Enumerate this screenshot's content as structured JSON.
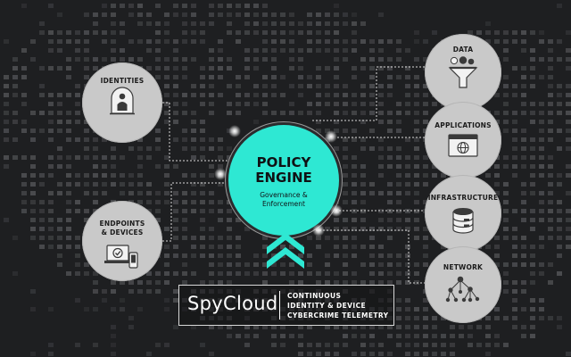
{
  "engine": {
    "title": [
      "POLICY",
      "ENGINE"
    ],
    "subtitle": [
      "Governance &",
      "Enforcement"
    ]
  },
  "nodes": {
    "identities": {
      "label": [
        "IDENTITIES"
      ],
      "icon": "person-in-dome-icon"
    },
    "endpoints": {
      "label": [
        "ENDPOINTS",
        "& DEVICES"
      ],
      "icon": "laptop-phone-icon"
    },
    "data": {
      "label": [
        "DATA"
      ],
      "icon": "data-funnel-icon"
    },
    "applications": {
      "label": [
        "APPLICATIONS"
      ],
      "icon": "browser-globe-icon"
    },
    "infrastructure": {
      "label": [
        "INFRASTRUCTURE"
      ],
      "icon": "database-icon"
    },
    "network": {
      "label": [
        "NETWORK"
      ],
      "icon": "network-tree-icon"
    }
  },
  "brand": {
    "name": "SpyCloud",
    "tagline": [
      "CONTINUOUS",
      "IDENTITY & DEVICE",
      "CYBERCRIME TELEMETRY"
    ]
  },
  "colors": {
    "background": "#1e1f21",
    "node_fill": "#c9c9c9",
    "engine_fill": "#2ee8d3",
    "connector": "#d9d9d9"
  }
}
